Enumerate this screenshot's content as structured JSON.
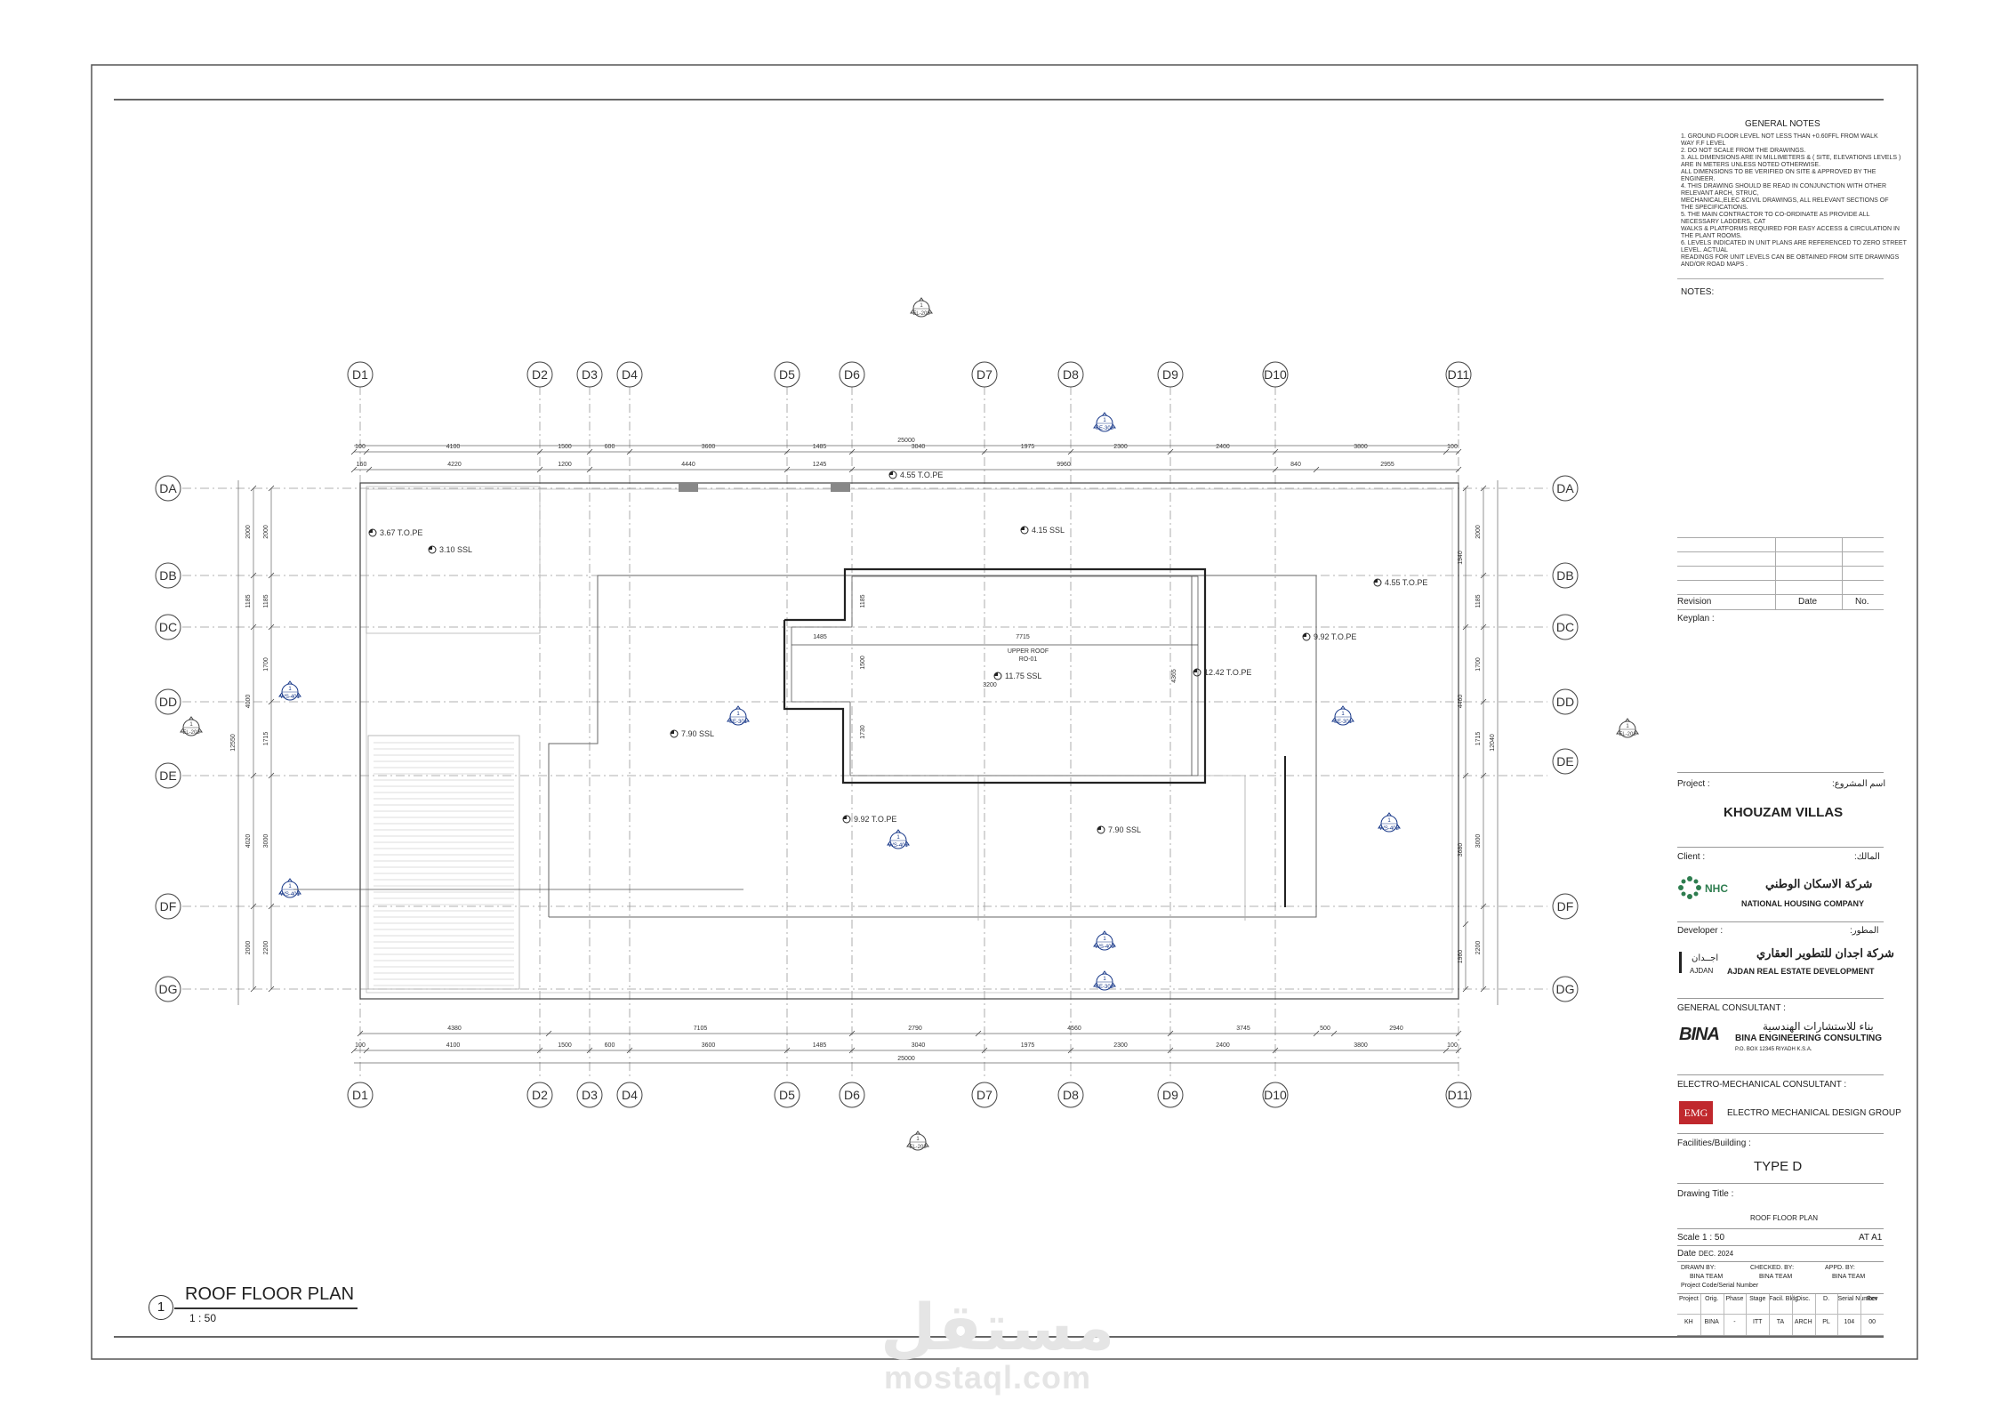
{
  "plan": {
    "title": "ROOF FLOOR PLAN",
    "scale": "1 : 50",
    "view_number": "1",
    "grid_x": [
      "D1",
      "D2",
      "D3",
      "D4",
      "D5",
      "D6",
      "D7",
      "D8",
      "D9",
      "D10",
      "D11"
    ],
    "grid_y": [
      "DA",
      "DB",
      "DC",
      "DD",
      "DE",
      "DF",
      "DG"
    ],
    "dims_top_total": "25000",
    "dims_top_row1": [
      "100",
      "4100",
      "1500",
      "600",
      "3600",
      "1485",
      "3040",
      "1975",
      "2300",
      "2400",
      "3800",
      "100"
    ],
    "dims_top_row2": [
      "160",
      "4220",
      "1200",
      "4440",
      "1245",
      "9960",
      "840",
      "2955"
    ],
    "dims_bottom_row1": [
      "4380",
      "7105",
      "2790",
      "4560",
      "3745",
      "500",
      "2940"
    ],
    "dims_bottom_row2": [
      "100",
      "4100",
      "1500",
      "600",
      "3600",
      "1485",
      "3040",
      "1975",
      "2300",
      "2400",
      "3800",
      "100"
    ],
    "dims_bottom_total": "25000",
    "dims_left_outer": "12550",
    "dims_left": [
      "2000",
      "1185",
      "1700",
      "4000",
      "1715",
      "4020",
      "3000",
      "2200",
      "2000"
    ],
    "dims_right_outer": "12040",
    "dims_right": [
      "1940",
      "2000",
      "1185",
      "4460",
      "1700",
      "1715",
      "3680",
      "3000",
      "1960",
      "2200"
    ],
    "levels": [
      "4.55 T.O.PE",
      "3.67 T.O.PE",
      "3.10 SSL",
      "4.15 SSL",
      "4.55 T.O.PE",
      "9.92 T.O.PE",
      "12.42 T.O.PE",
      "11.75 SSL",
      "7.90 SSL",
      "9.92 T.O.PE",
      "7.90 SSL"
    ],
    "upper_roof_label": "UPPER ROOF",
    "upper_roof_code": "RO-01",
    "inner_dims": [
      "1485",
      "7715",
      "1185",
      "1500",
      "1730",
      "4365",
      "3200"
    ],
    "section_tags": [
      "EL-208",
      "EL-202",
      "EL-202",
      "EL-203",
      "SE-301",
      "SE-301",
      "SE-302",
      "WS-401",
      "WS-401",
      "WS-401",
      "WS-402",
      "WS-403",
      "SE-302"
    ]
  },
  "title_block": {
    "general_notes_title": "GENERAL NOTES",
    "general_notes": [
      "1. GROUND FLOOR LEVEL NOT LESS THAN +0.60FFL FROM WALK",
      "    WAY F.F LEVEL",
      "2.  DO NOT SCALE FROM THE DRAWINGS.",
      "3. ALL DIMENSIONS ARE IN MILLIMETERS & ( SITE, ELEVATIONS LEVELS )",
      "ARE  IN METERS UNLESS NOTED OTHERWISE.",
      "ALL DIMENSIONS TO BE VERIFIED ON SITE & APPROVED BY THE",
      "ENGINEER.",
      "4. THIS DRAWING SHOULD BE READ IN CONJUNCTION WITH OTHER",
      "RELEVANT ARCH, STRUC,",
      "MECHANICAL,ELEC &CIVIL DRAWINGS, ALL RELEVANT SECTIONS OF",
      "THE SPECIFICATIONS.",
      "5. THE MAIN CONTRACTOR TO CO-ORDINATE AS PROVIDE ALL",
      "NECESSARY LADDERS, CAT",
      "WALKS & PLATFORMS REQUIRED FOR EASY ACCESS & CIRCULATION IN",
      "THE PLANT ROOMS.",
      "6.  LEVELS INDICATED IN UNIT PLANS ARE REFERENCED TO ZERO STREET",
      "LEVEL. ACTUAL",
      " READINGS FOR UNIT LEVELS CAN BE OBTAINED FROM SITE DRAWINGS",
      "AND/OR ROAD MAPS ."
    ],
    "notes_label": "NOTES:",
    "revision_label": "Revision",
    "date_label": "Date",
    "no_label": "No.",
    "keyplan_label": "Keyplan :",
    "project_label": "Project :",
    "project_label_ar": "اسم المشروع:",
    "project_name": "KHOUZAM VILLAS",
    "client_label": "Client :",
    "client_label_ar": "المالك:",
    "client_name_ar": "شركة الاسكان الوطني",
    "client_logo": "NHC",
    "client_name": "NATIONAL HOUSING COMPANY",
    "developer_label": "Developer :",
    "developer_label_ar": "المطور:",
    "developer_name_ar": "شركة اجدان للتطوير العقاري",
    "developer_logo_ar": "اجــدان",
    "developer_logo": "AJDAN",
    "developer_name": "AJDAN REAL ESTATE DEVELOPMENT",
    "consultant_label": "GENERAL CONSULTANT :",
    "consultant_name_ar": "بناء للاستشارات الهندسية",
    "consultant_logo": "BINA",
    "consultant_name": "BINA ENGINEERING CONSULTING",
    "consultant_details": "P.O. BOX 12345  RIYADH   K.S.A.",
    "em_label": "ELECTRO-MECHANICAL CONSULTANT :",
    "em_logo": "EMG",
    "em_name": "ELECTRO MECHANICAL DESIGN GROUP",
    "facilities_label": "Facilities/Building :",
    "building_type": "TYPE D",
    "drawing_title_label": "Drawing Title :",
    "drawing_title": "ROOF FLOOR PLAN",
    "scale_label": "Scale",
    "scale_value": "1 : 50",
    "sheet_size": "AT A1",
    "date_label2": "Date",
    "date_value": "DEC. 2024",
    "drawn_by_label": "DRAWN BY:",
    "drawn_by": "BINA TEAM",
    "checked_by_label": "CHECKED. BY:",
    "checked_by": "BINA TEAM",
    "appd_by_label": "APPD. BY:",
    "appd_by": "BINA TEAM",
    "serial_label": "Project Code/Serial Number",
    "serial_headers": [
      "Project",
      "Orig.",
      "Phase",
      "Stage",
      "Facil. Bldg",
      "Disc.",
      "D.",
      "Serial Number",
      "Rev"
    ],
    "serial_values": [
      "KH",
      "BINA",
      "-",
      "ITT",
      "TA",
      "ARCH",
      "PL",
      "104",
      "00"
    ]
  },
  "watermark": {
    "arabic": "مستقل",
    "latin": "mostaql.com"
  },
  "colors": {
    "line": "#444444",
    "grid": "#888888",
    "tag": "#1a3a8a",
    "emg_red": "#c0282d",
    "nhc_green": "#2e7d4f"
  }
}
